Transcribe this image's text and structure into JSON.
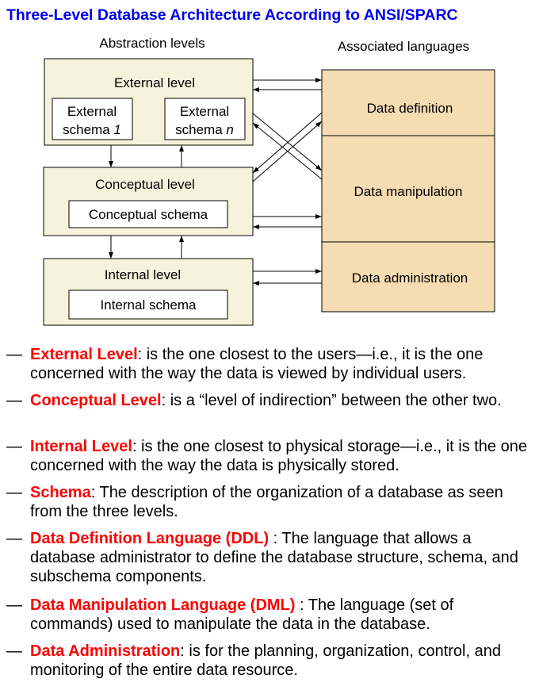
{
  "title": "Three-Level Database Architecture According to ANSI/SPARC",
  "diagram": {
    "left_heading": "Abstraction levels",
    "right_heading": "Associated languages",
    "external_level": "External level",
    "external_schema_1": [
      "External",
      "schema ",
      "1"
    ],
    "external_schema_n": [
      "External",
      "schema ",
      "n"
    ],
    "conceptual_level": "Conceptual level",
    "conceptual_schema": "Conceptual schema",
    "internal_level": "Internal level",
    "internal_schema": "Internal schema",
    "data_definition": "Data definition",
    "data_manipulation": "Data manipulation",
    "data_administration": "Data administration",
    "colors": {
      "level_fill": "#f5f3dc",
      "language_fill": "#f5dcb2"
    }
  },
  "definitions": [
    {
      "dash": "—",
      "term": "External Level",
      "text": ": is the one closest to the users—i.e., it is the one concerned with the way the data is viewed by individual users."
    },
    {
      "dash": "—",
      "term": "Conceptual Level",
      "text": ": is a “level of indirection” between the other two."
    },
    {
      "dash": "—",
      "term": "Internal Level",
      "text": ": is the one closest to physical storage—i.e., it is the one concerned with the way the data is physically stored."
    },
    {
      "dash": "—",
      "term": "Schema",
      "text": ": The description of the organization of a database as seen from the three levels."
    },
    {
      "dash": "—",
      "term": "Data Definition Language (DDL)",
      "text": " : The language that allows a database administrator to define the database structure, schema, and subschema components."
    },
    {
      "dash": "—",
      "term": "Data Manipulation Language (DML)",
      "text": " : The language (set of commands) used to manipulate the data in the database."
    },
    {
      "dash": "—",
      "term": "Data Administration",
      "text": ": is for the planning, organization, control, and monitoring of the entire data resource."
    }
  ]
}
